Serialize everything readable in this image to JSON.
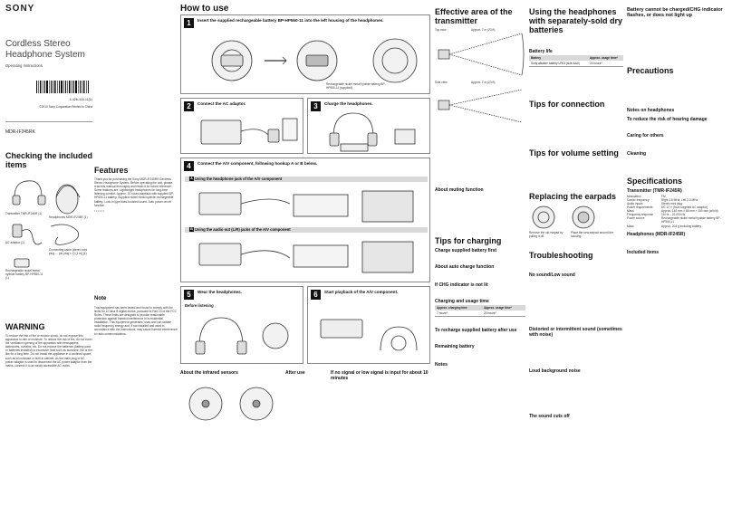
{
  "cover": {
    "brand": "SONY",
    "title_line1": "Cordless Stereo",
    "title_line2": "Headphone System",
    "subtitle": "Operating Instructions",
    "code": "4-426-118-11(1)",
    "copyright": "©2013 Sony Corporation   Printed in China",
    "model": "MDR-IF245RK"
  },
  "checking": {
    "heading": "Checking the included items",
    "items": [
      "Transmitter TMR-IF245R (1)",
      "Headphones MDR-IF245R (1)",
      "AC adaptor (1)",
      "Connecting cable (stereo mini plug ↔ pin plug × 2) (1 m) (1)",
      "Rechargeable nickel metal hydride battery BP-HP550-11 (1)"
    ]
  },
  "features": {
    "heading": "Features",
    "body": "Thank you for purchasing the Sony MDR-IF245RK Cordless Stereo Headphone System. Before operating the unit, please read this manual thoroughly and retain it for future reference. Some features are: Lightweight headphones for long-time listening comfort. Approx. 20 hours playback with supplied BP-HP550-11 battery. Supplied nickel metal hydride rechargeable battery. Lock-in type bass-boosted sound. Auto power on/off function."
  },
  "warning": {
    "heading": "WARNING",
    "body": "To reduce the risk of fire or electric shock, do not expose this apparatus to rain or moisture. To reduce the risk of fire, do not cover the ventilation opening of the apparatus with newspapers, tablecloths, curtains, etc. Do not expose the batteries (battery pack or batteries installed) to excessive heat such as sunshine, fire or the like for a long time. Do not install the appliance in a confined space, such as a bookcase or built-in cabinet. As the main plug of AC power adaptor is used to disconnect the AC power adaptor from the mains, connect it to an easily accessible AC outlet."
  },
  "note": {
    "heading": "Note",
    "body": "This equipment has been tested and found to comply with the limits for a Class B digital device, pursuant to Part 15 of the FCC Rules. These limits are designed to provide reasonable protection against harmful interference in a residential installation. This equipment generates, uses and can radiate radio frequency energy and, if not installed and used in accordance with the instructions, may cause harmful interference to radio communications."
  },
  "how_to_use": {
    "heading": "How to use",
    "step1": "Insert the supplied rechargeable battery BP-HP550-11 into the left housing of the headphones.",
    "step1_note": "Rechargeable nickel metal hydride battery BP-HP550-11 (supplied)",
    "step2": "Connect the AC adaptor.",
    "step3": "Charge the headphones.",
    "step4": "Connect the A/V component, following hookup A or B below.",
    "step4_A": "Using the headphone jack of the A/V component",
    "step4_B": "Using the audio out (L/R) jacks of the A/V component",
    "step5": "Wear the headphones.",
    "step5_sub": "Before listening",
    "step6": "Start playback of the A/V component.",
    "infrared": "About the infrared sensors",
    "after_use": "After use",
    "no_signal": "If no signal or low signal is input for about 10 minutes"
  },
  "effective": {
    "heading": "Effective area of the transmitter",
    "top_view": "Top view",
    "side_view": "Side view",
    "top_range": "Approx. 7 m (23 ft)",
    "side_range": "Approx. 7 m (23 ft)",
    "about_muting": "About muting function"
  },
  "charging": {
    "heading": "Tips for charging",
    "sub1": "Charge supplied battery first",
    "sub2": "About auto charge function",
    "sub3": "If CHG indicator is not lit",
    "sub4": "Charging and usage time",
    "table_h1": "Approx. charging time",
    "table_h2": "Approx. usage time*",
    "table_r1c1": "7 hours*",
    "table_r1c2": "20 hours*",
    "sub5": "To recharge supplied battery after use",
    "sub6": "Remaining battery",
    "sub7": "Notes"
  },
  "separate": {
    "heading": "Using the headphones with separately-sold dry batteries",
    "battery_life": "Battery life",
    "t_h1": "Battery",
    "t_h2": "Approx. usage time*",
    "t_r1c1": "Sony alkaline battery LR03 (size AAA)",
    "t_r1c2": "24 hours*"
  },
  "tips_connection": {
    "heading": "Tips for connection"
  },
  "tips_volume": {
    "heading": "Tips for volume setting"
  },
  "earpads": {
    "heading": "Replacing the earpads",
    "step1": "Remove the old earpad by pulling it off.",
    "step2": "Place the new earpad around the housing."
  },
  "troubleshooting": {
    "heading": "Troubleshooting",
    "items": [
      "No sound/Low sound",
      "Distorted or intermittent sound (sometimes with noise)",
      "Loud background noise",
      "The sound cuts off"
    ]
  },
  "battery_cannot": {
    "heading": "Battery cannot be charged/CHG indicator flashes, or does not light up"
  },
  "precautions": {
    "heading": "Precautions",
    "sub1": "Notes on headphones",
    "sub2": "To reduce the risk of hearing damage",
    "sub3": "Caring for others",
    "sub4": "Cleaning"
  },
  "specs": {
    "heading": "Specifications",
    "transmitter": "Transmitter (TMR-IF245R)",
    "headphones": "Headphones (MDR-IF245R)",
    "included": "Included items",
    "rows": [
      [
        "Modulation",
        "FM"
      ],
      [
        "Carrier frequency",
        "Right 2.8 MHz, Left 2.3 MHz"
      ],
      [
        "Audio inputs",
        "Stereo mini plug"
      ],
      [
        "Power requirements",
        "DC 12 V (from supplied AC adaptor)"
      ],
      [
        "Mass",
        "Approx. 140 mm × 66 mm × 150 mm (w/h/d)"
      ],
      [
        "Frequency response",
        "18 Hz – 22,000 Hz"
      ],
      [
        "Power source",
        "Rechargeable nickel metal hydride battery BP-HP550-11"
      ],
      [
        "Mass",
        "Approx. 204 g including battery"
      ]
    ]
  },
  "colors": {
    "ink": "#111111",
    "band": "#d8d8d8",
    "rule": "#999999"
  }
}
